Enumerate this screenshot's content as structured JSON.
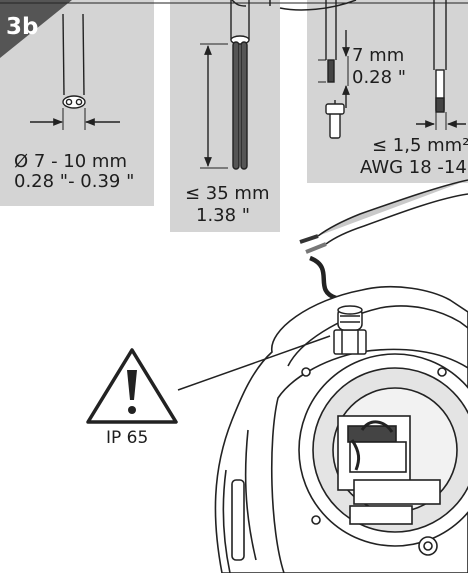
{
  "step": {
    "label": "3b"
  },
  "cable_outer": {
    "diameter_mm": "Ø 7 - 10 mm",
    "diameter_in": "0.28 \"- 0.39 \""
  },
  "strip_length": {
    "mm": "≤ 35 mm",
    "in": "1.38 \""
  },
  "wire_strip": {
    "mm": "7 mm",
    "in": "0.28 \""
  },
  "wire_section": {
    "mm2": "≤ 1,5 mm²",
    "awg": "AWG 18 -14"
  },
  "warning": {
    "rating": "IP 65"
  }
}
